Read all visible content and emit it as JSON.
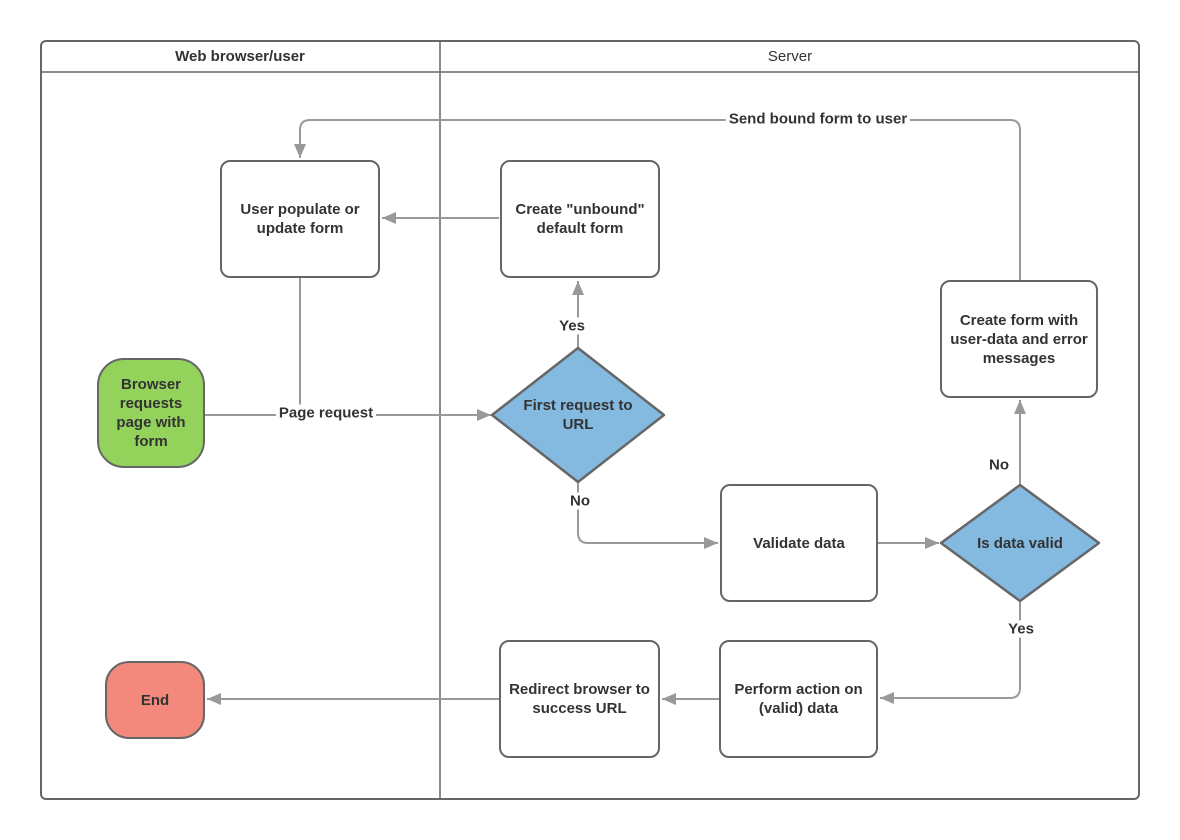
{
  "diagram": {
    "lanes": {
      "browser": "Web browser/user",
      "server": "Server"
    },
    "nodes": {
      "start": {
        "label": "Browser requests page with form",
        "type": "terminator"
      },
      "user_populate": {
        "label": "User populate or update form",
        "type": "process"
      },
      "create_unbound": {
        "label": "Create \"unbound\" default form",
        "type": "process"
      },
      "first_request": {
        "label": "First request to URL",
        "type": "decision"
      },
      "create_form_errors": {
        "label": "Create form with user-data and error messages",
        "type": "process"
      },
      "validate": {
        "label": "Validate data",
        "type": "process"
      },
      "is_valid": {
        "label": "Is data valid",
        "type": "decision"
      },
      "perform_action": {
        "label": "Perform action on (valid) data",
        "type": "process"
      },
      "redirect": {
        "label": "Redirect browser to success URL",
        "type": "process"
      },
      "end": {
        "label": "End",
        "type": "terminator"
      }
    },
    "edges": {
      "page_request": {
        "label": "Page request"
      },
      "send_bound": {
        "label": "Send bound form to user"
      },
      "first_yes": {
        "label": "Yes"
      },
      "first_no": {
        "label": "No"
      },
      "valid_no": {
        "label": "No"
      },
      "valid_yes": {
        "label": "Yes"
      }
    },
    "colors": {
      "start_fill": "#93d35c",
      "end_fill": "#f2897c",
      "decision_fill": "#84b9e0",
      "process_fill": "#ffffff",
      "shape_border": "#666666",
      "connector": "#999999",
      "text": "#333333"
    }
  }
}
